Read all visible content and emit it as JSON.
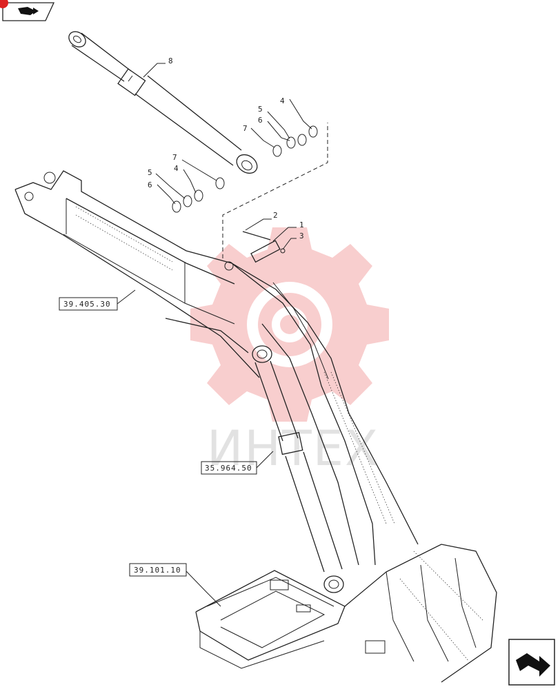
{
  "nav": {
    "prev_icon": "back-arrow-icon",
    "next_icon": "forward-arrow-icon"
  },
  "watermark": {
    "text": "ИНТЕХ",
    "color": "#f7c6c6"
  },
  "callouts": {
    "c1": "1",
    "c2": "2",
    "c3": "3",
    "c4a": "4",
    "c4b": "4",
    "c5a": "5",
    "c5b": "5",
    "c6a": "6",
    "c6b": "6",
    "c7a": "7",
    "c7b": "7",
    "c8": "8"
  },
  "refs": {
    "r1": "39.405.30",
    "r2": "35.964.50",
    "r3": "39.101.10"
  }
}
